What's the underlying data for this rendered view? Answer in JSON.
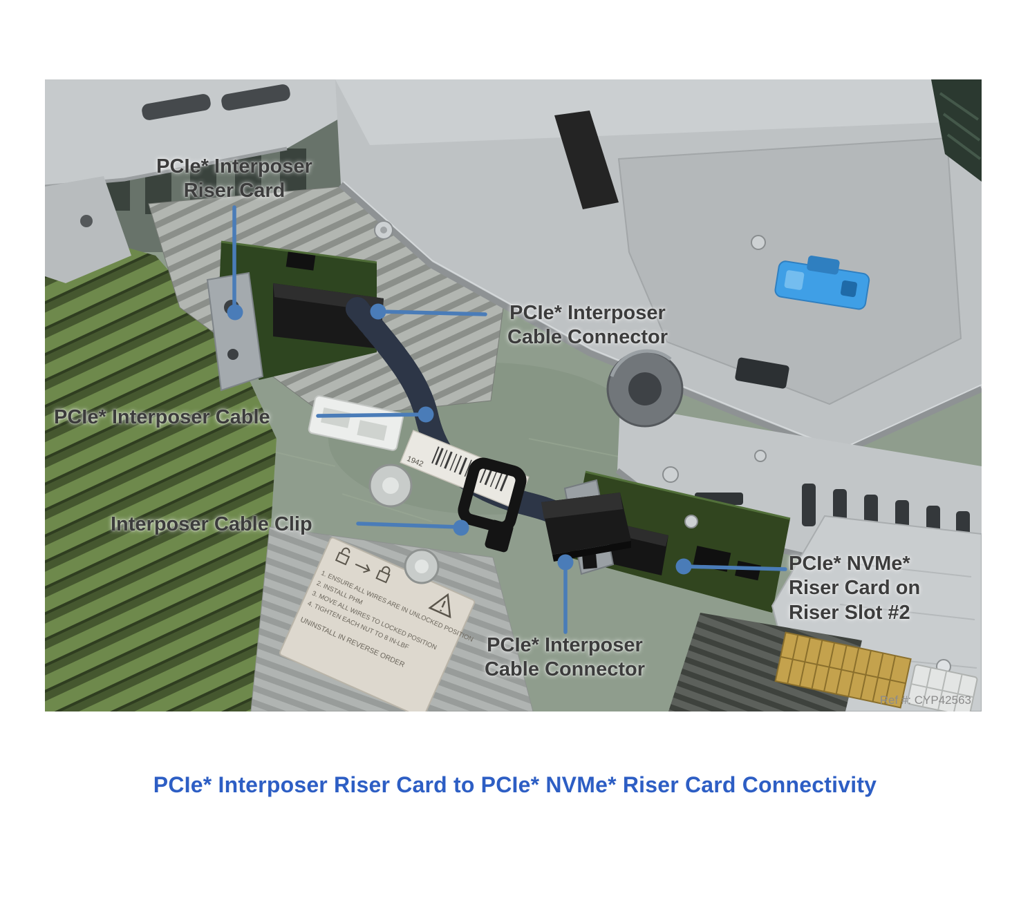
{
  "colors": {
    "leader_blue": "#4a7cb8",
    "caption_blue": "#2d5ec4",
    "label_text": "#3c3c3c",
    "ref_text": "#8b8b8b",
    "pcb_green": "#8f9d8d",
    "metal_gray": "#bec2c4",
    "riser_green": "#31451f",
    "latch_blue": "#3f9fe6"
  },
  "callouts": [
    {
      "id": "interposer-riser-card",
      "label": "PCIe* Interposer\nRiser Card"
    },
    {
      "id": "interposer-cable-connector-top",
      "label": "PCIe* Interposer\nCable Connector"
    },
    {
      "id": "interposer-cable",
      "label": "PCIe* Interposer Cable"
    },
    {
      "id": "interposer-cable-clip",
      "label": "Interposer Cable Clip"
    },
    {
      "id": "interposer-cable-connector-bottom",
      "label": "PCIe* Interposer\nCable Connector"
    },
    {
      "id": "nvme-riser-card",
      "label": "PCIe* NVMe*\nRiser Card on\nRiser Slot #2"
    }
  ],
  "figure": {
    "ref_label": "Ref #: CYP42563",
    "caption": "PCIe* Interposer Riser Card to PCIe* NVMe* Riser Card Connectivity",
    "cable_label": "1942",
    "heatsink_label_lines": [
      "1. ENSURE ALL WIRES ARE IN UNLOCKED POSITION",
      "2. INSTALL PHM",
      "3. MOVE ALL WIRES TO LOCKED POSITION",
      "4. TIGHTEN EACH NUT TO 8 IN-LBF",
      "UNINSTALL IN REVERSE ORDER"
    ]
  }
}
